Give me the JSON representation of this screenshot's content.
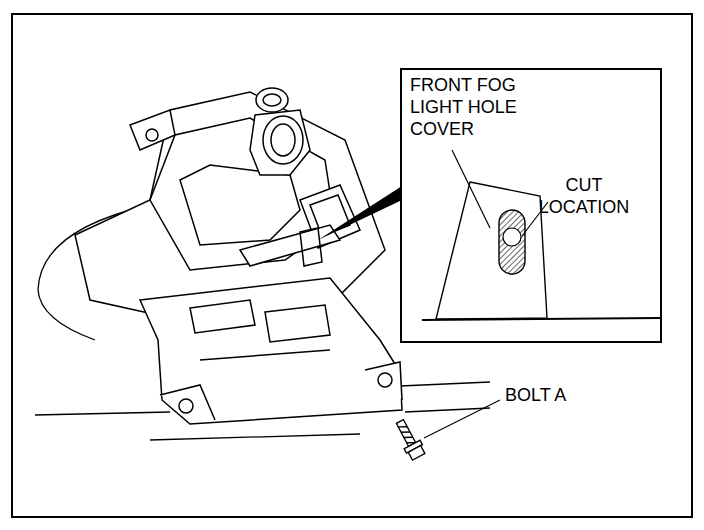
{
  "diagram": {
    "nodes": [
      {
        "text": [
          "FRONT FOG LIGHT HOLE COVER",
          "CUT LOCATION"
        ]
      }
    ],
    "labels": [
      "BOLT A"
    ]
  }
}
